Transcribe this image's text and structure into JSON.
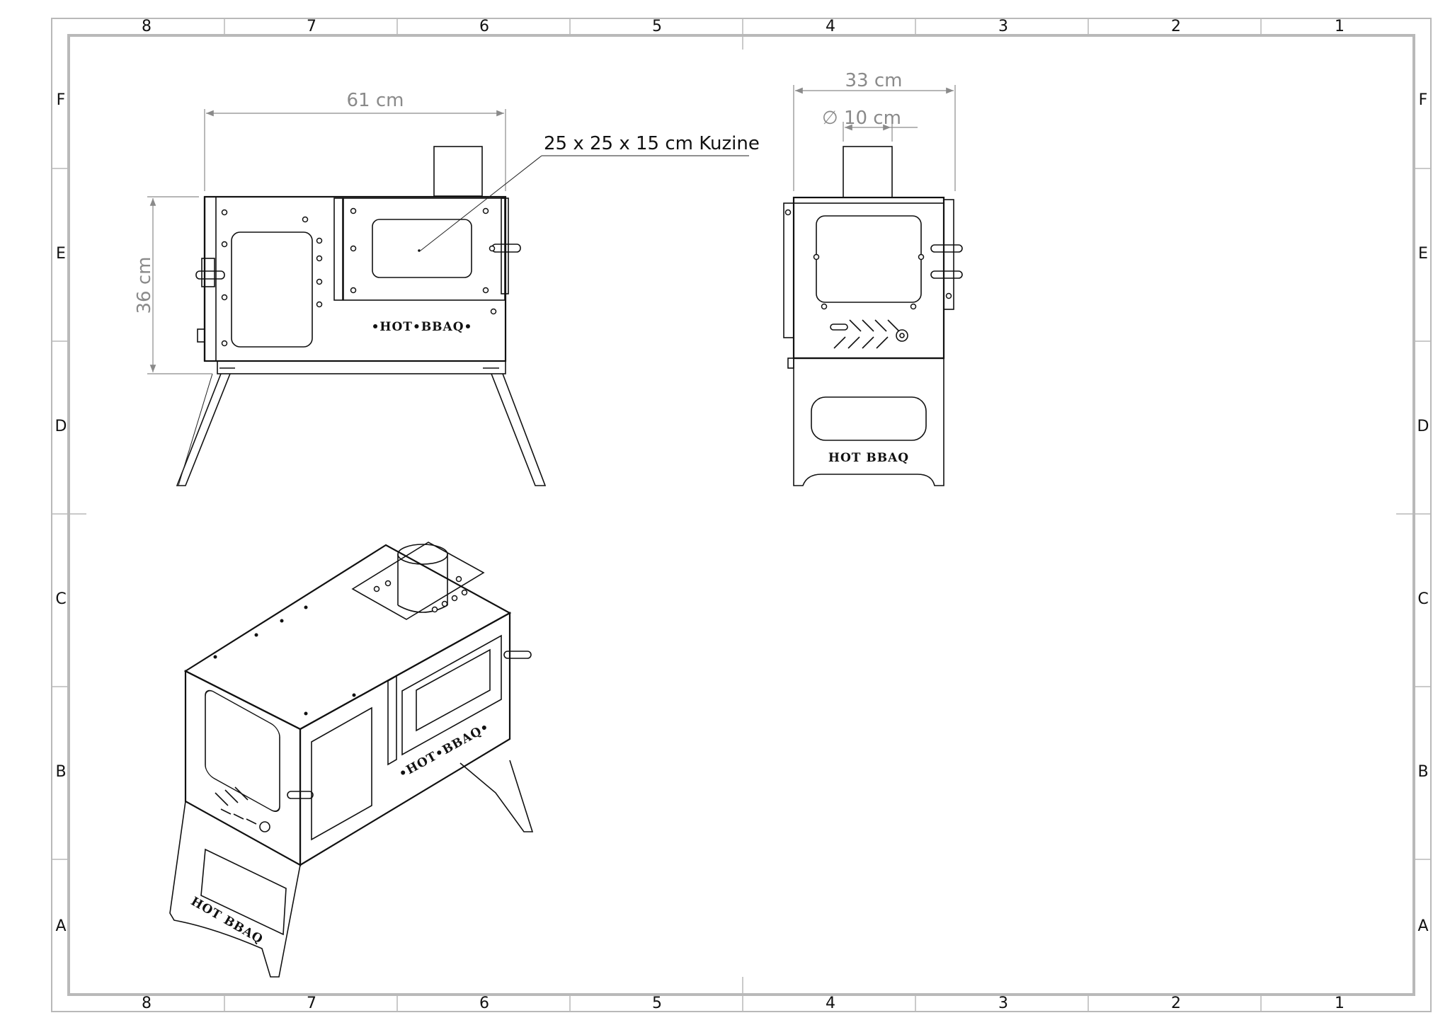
{
  "drawing": {
    "zones": {
      "columns": [
        "8",
        "7",
        "6",
        "5",
        "4",
        "3",
        "2",
        "1"
      ],
      "rows": [
        "F",
        "E",
        "D",
        "C",
        "B",
        "A"
      ]
    },
    "front_view": {
      "width_dim": "61 cm",
      "height_dim": "36 cm",
      "callout": "25 x 25 x 15 cm Kuzine",
      "brand": "•HOT•BBAQ•"
    },
    "side_view": {
      "width_dim": "33 cm",
      "flue_dim": "∅ 10 cm",
      "brand": "HOT BBAQ"
    },
    "iso_view": {
      "brand_door": "•HOT•BBAQ•",
      "brand_leg": "HOT BBAQ"
    }
  }
}
